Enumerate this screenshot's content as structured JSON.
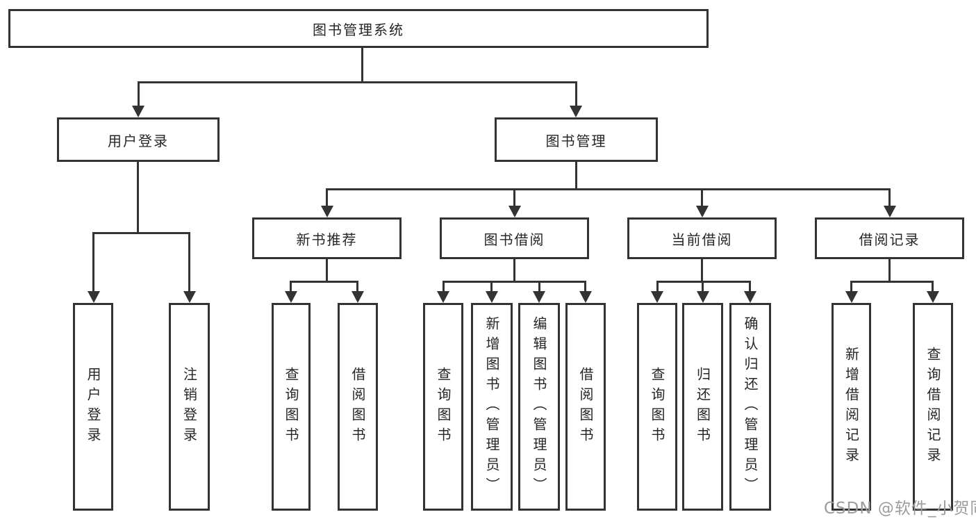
{
  "chart": {
    "nodes": {
      "root": "图书管理系统",
      "userLogin": "用户登录",
      "bookMgmt": "图书管理",
      "newBookRec": "新书推荐",
      "bookBorrow": "图书借阅",
      "currentBorrow": "当前借阅",
      "borrowRecord": "借阅记录"
    },
    "leaves": {
      "userLogin": [
        "用户登录",
        "注销登录"
      ],
      "newBookRec": [
        "查询图书",
        "借阅图书"
      ],
      "bookBorrow": [
        "查询图书",
        "新增图书（管理员）",
        "编辑图书（管理员）",
        "借阅图书"
      ],
      "currentBorrow": [
        "查询图书",
        "归还图书",
        "确认归还（管理员）"
      ],
      "borrowRecord": [
        "新增借阅记录",
        "查询借阅记录"
      ]
    },
    "watermark": "CSDN @软件_小贺同学",
    "colors": {
      "line": "#333333",
      "text": "#262626",
      "watermark": "#9c9c9c",
      "background": "#ffffff"
    }
  }
}
